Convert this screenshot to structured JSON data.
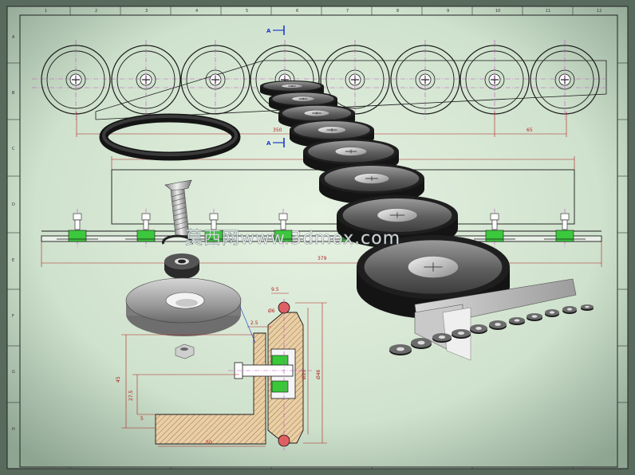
{
  "drawing": {
    "watermark": "莫西网www.3dmox.com",
    "section_marker_top": "A",
    "section_marker_bottom": "A",
    "dims": {
      "top_span": "350",
      "top_pitch": "65",
      "mid_total": "379",
      "detail_a": "9.5",
      "detail_b": "2.5",
      "detail_c": "45",
      "detail_d": "27.5",
      "detail_e": "5",
      "detail_f": "50",
      "detail_g": "Ø6",
      "detail_h": "Ø26",
      "detail_i": "Ø46"
    },
    "border_top_ticks": [
      "1",
      "2",
      "3",
      "4",
      "5",
      "6",
      "7",
      "8",
      "9",
      "10",
      "11",
      "12"
    ],
    "border_side_ticks": [
      "A",
      "B",
      "C",
      "D",
      "E",
      "F",
      "G",
      "H"
    ],
    "colors": {
      "paper": "#d8e8d6",
      "line": "#1a1a1a",
      "centerline": "#c050c0",
      "dimension": "#b02020",
      "bearing": "#30c030",
      "section_marker": "#1a3ccc"
    }
  }
}
